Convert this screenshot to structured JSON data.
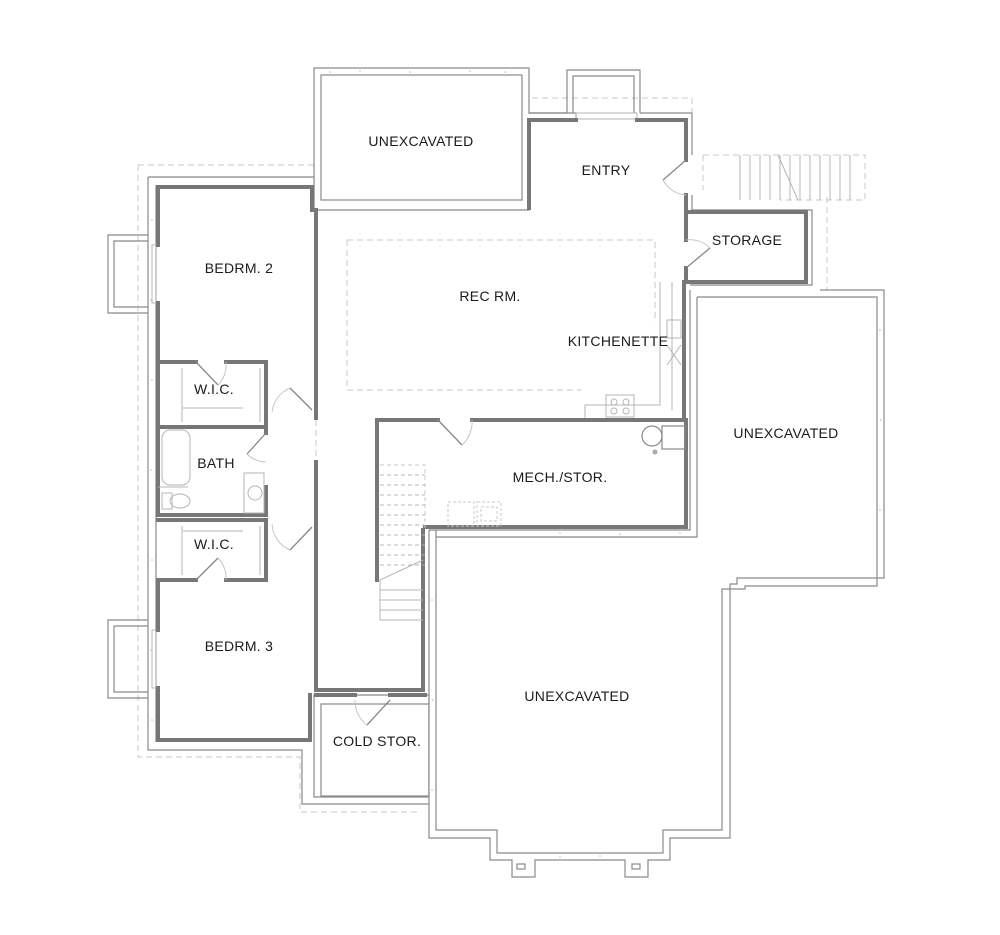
{
  "plan": {
    "type": "basement floor plan",
    "rooms": {
      "unexcavated_top": "UNEXCAVATED",
      "entry": "ENTRY",
      "storage": "STORAGE",
      "bedroom_2": "BEDRM. 2",
      "rec_room": "REC RM.",
      "kitchenette": "KITCHENETTE",
      "wic_upper": "W.I.C.",
      "bath": "BATH",
      "mech_stor": "MECH./STOR.",
      "wic_lower": "W.I.C.",
      "unexcavated_right": "UNEXCAVATED",
      "bedroom_3": "BEDRM. 3",
      "unexcavated_bottom": "UNEXCAVATED",
      "cold_storage": "COLD STOR."
    },
    "colors": {
      "wall": "#777777",
      "foundation": "#8a8a8a",
      "dashed_outline": "#c8c8c8",
      "text": "#1a1a1a",
      "background": "#ffffff"
    }
  }
}
